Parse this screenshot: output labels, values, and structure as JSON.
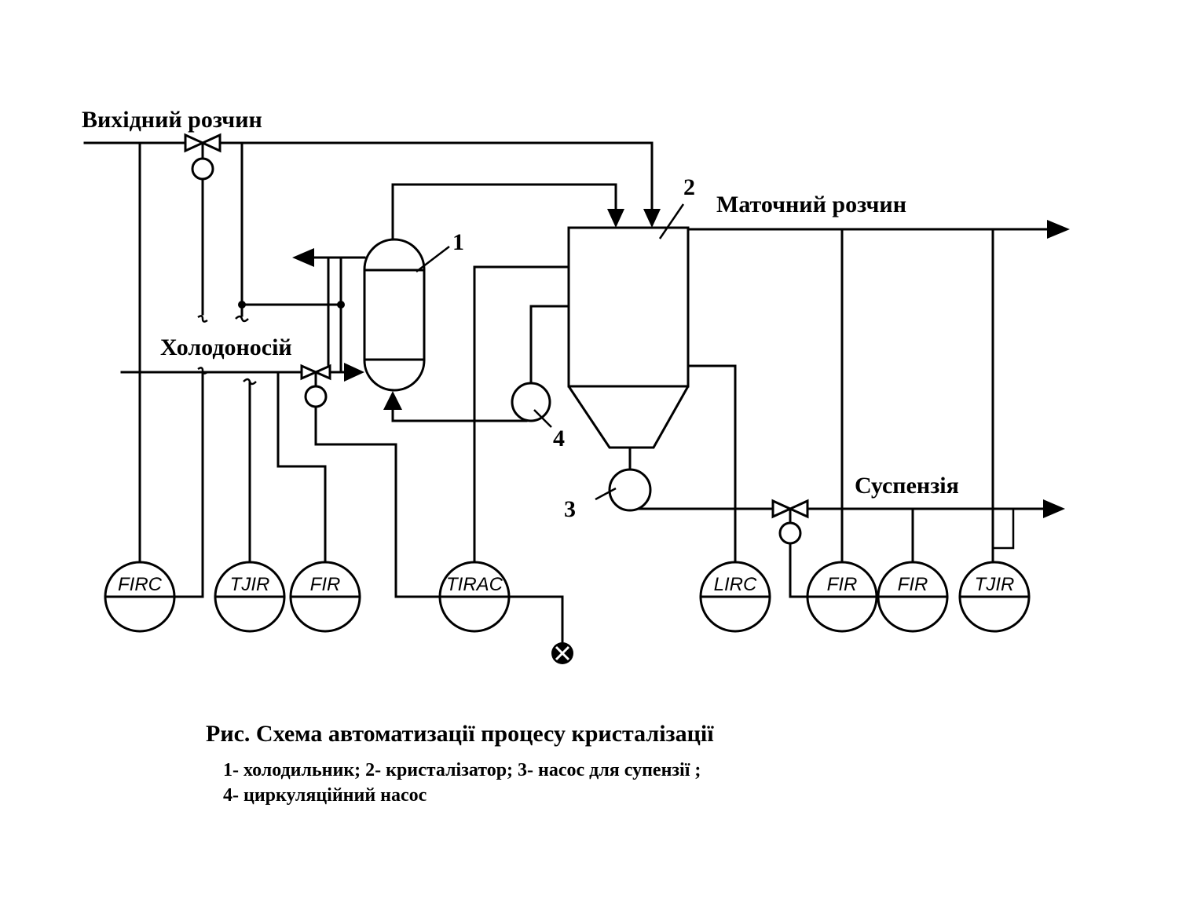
{
  "labels": {
    "input_solution": "Вихідний розчин",
    "coolant": "Холодоносій",
    "mother_liquor": "Маточний розчин",
    "suspension": "Суспензія"
  },
  "callouts": {
    "cooler": "1",
    "crystallizer": "2",
    "suspension_pump": "3",
    "circulation_pump": "4"
  },
  "instruments": [
    {
      "id": "firc",
      "tag": "FIRC"
    },
    {
      "id": "tjir-1",
      "tag": "TJIR"
    },
    {
      "id": "fir-1",
      "tag": "FIR"
    },
    {
      "id": "tirac",
      "tag": "TIRAC"
    },
    {
      "id": "lirc",
      "tag": "LIRC"
    },
    {
      "id": "fir-2",
      "tag": "FIR"
    },
    {
      "id": "fir-3",
      "tag": "FIR"
    },
    {
      "id": "tjir-2",
      "tag": "TJIR"
    }
  ],
  "caption": {
    "title": "Рис.  Схема автоматизації процесу кристалізації",
    "line1": "1- холодильник; 2- кристалізатор; 3- насос для супензії ;",
    "line2": "4- циркуляційний насос"
  }
}
